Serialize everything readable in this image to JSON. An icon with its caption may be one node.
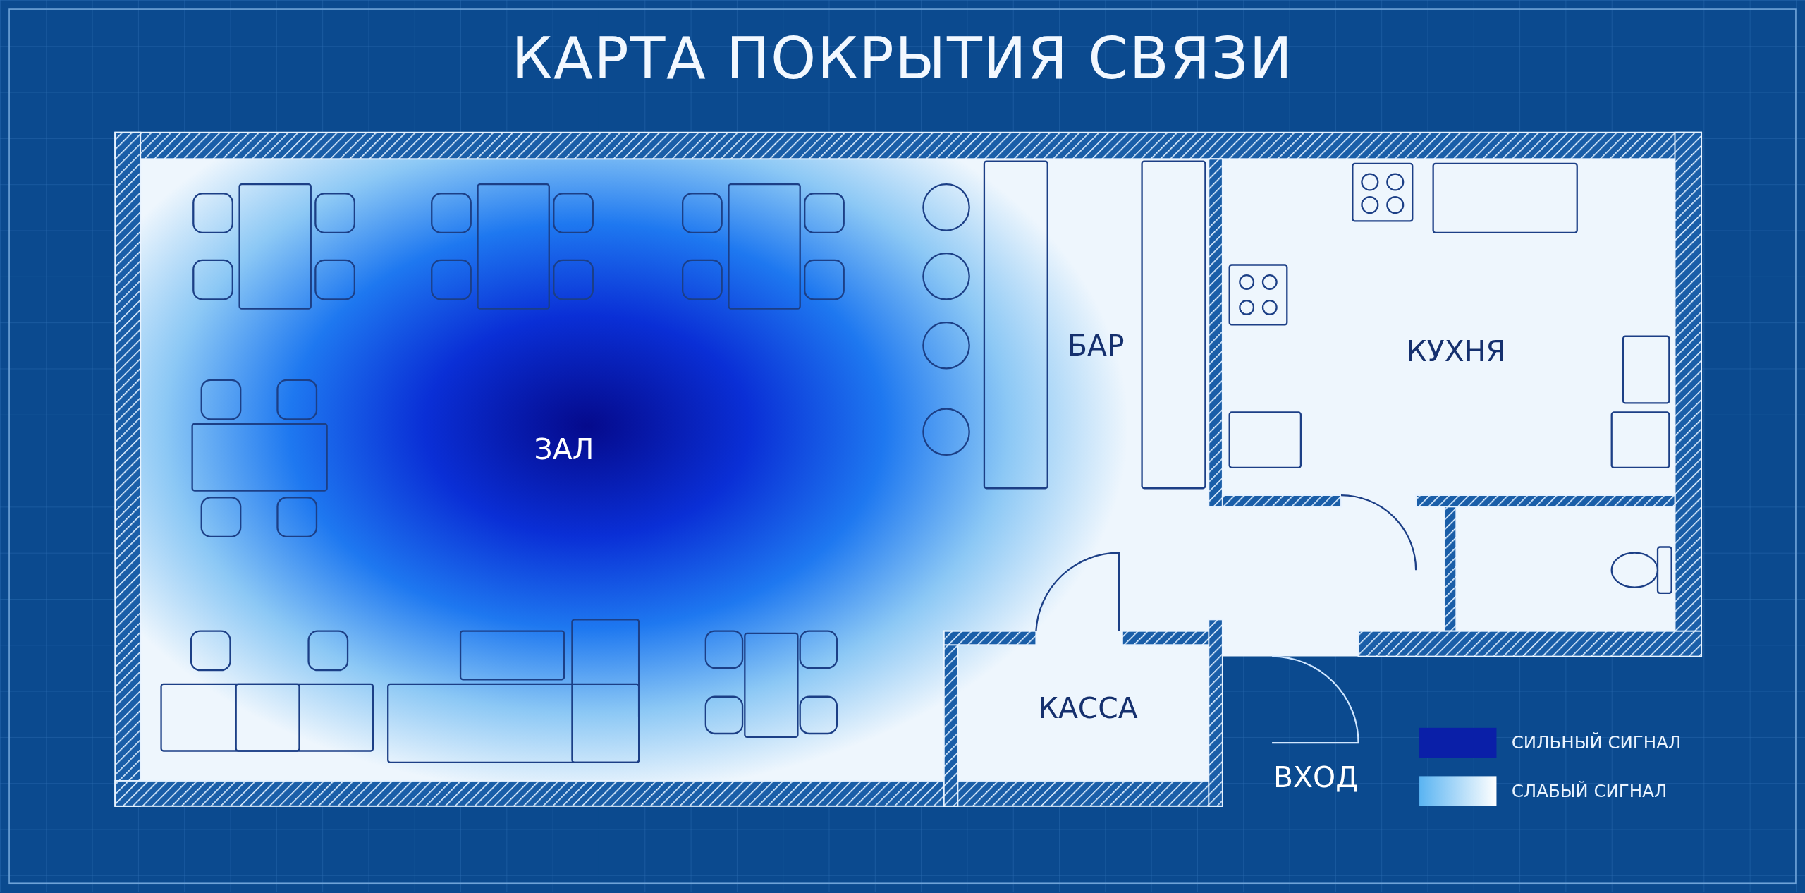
{
  "diagram": {
    "title": "КАРТА ПОКРЫТИЯ СВЯЗИ",
    "labels": [
      "ЗАЛ",
      "БАР",
      "КУХНЯ",
      "КАССА",
      "ВХОД"
    ],
    "legend": [
      {
        "text": "СИЛЬНЫЙ СИГНАЛ",
        "color": "#0a1fa8"
      },
      {
        "text": "СЛАБЫЙ СИГНАЛ",
        "color": "#5ab4f2"
      }
    ]
  }
}
